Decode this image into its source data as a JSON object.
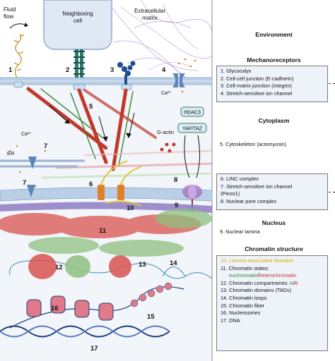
{
  "diagram": {
    "labels": {
      "fluid_flow": [
        "Fluid",
        "flow"
      ],
      "neighboring_cell": [
        "Neighboring",
        "cell"
      ],
      "extracellular_matrix": [
        "Extracellular",
        "matrix"
      ],
      "ca_top": "Ca²⁺",
      "ca_left": "Ca²⁺",
      "er": "ER",
      "hdac3": "HDAC3",
      "yap_taz": "YAP/TAZ",
      "g_actin": "G-actin"
    },
    "numbers": [
      "1",
      "2",
      "3",
      "4",
      "5",
      "6",
      "7",
      "7",
      "8",
      "9",
      "10",
      "11",
      "12",
      "13",
      "14",
      "15",
      "16",
      "17"
    ]
  },
  "legend": {
    "environment": "Environment",
    "mechanoreceptors": "Mechanoreceptors",
    "mechanoreceptor_items": [
      "1.  Glycocalyx",
      "2.  Cell-cell junction (E-cadherin)",
      "3.  Cell-matrix junction (integrin)",
      "4.  Stretch-sensitive ion channel"
    ],
    "cytoplasm": "Cytoplasm",
    "cytoplasm_item": "5.  Cytoskeleton (actomyosin)",
    "envelope_items": [
      "6.  LINC complex",
      "7.  Stretch-sensitive ion channel",
      "     (Piezo1)",
      "8.  Nuclear pore complex"
    ],
    "nucleus": "Nucleus",
    "nucleus_item": "9.   Nuclear lamina",
    "chromatin_structure": "Chromatin structure",
    "chromatin_items": {
      "lad": "10. Lamina-associated domains",
      "states_label": "11. Chromatin states:",
      "euchromatin": "euchromatin",
      "slash": "/",
      "heterochromatin": "heterochromatin",
      "compartments_label": "12. Chromatin compartments: ",
      "comp_a": "A",
      "comp_b": "B",
      "tads": "13. Chromatin domains (TADs)",
      "loops": "14. Chromatin loops",
      "fiber": "15. Chromatin fiber",
      "nucleosomes": "16. Nucleosomes",
      "dna": "17. DNA"
    }
  },
  "colors": {
    "membrane": "#b9cfe6",
    "actin_red": "#c0392b",
    "actin_green": "#3a8f3a",
    "lamina_purple": "#8e7cc3",
    "euchromatin": "#8fbf7f",
    "heterochromatin": "#d9534f",
    "dna_blue": "#1f3d7a",
    "nucleosome_pink": "#e07a8a",
    "box_fill": "#eef3fa"
  }
}
